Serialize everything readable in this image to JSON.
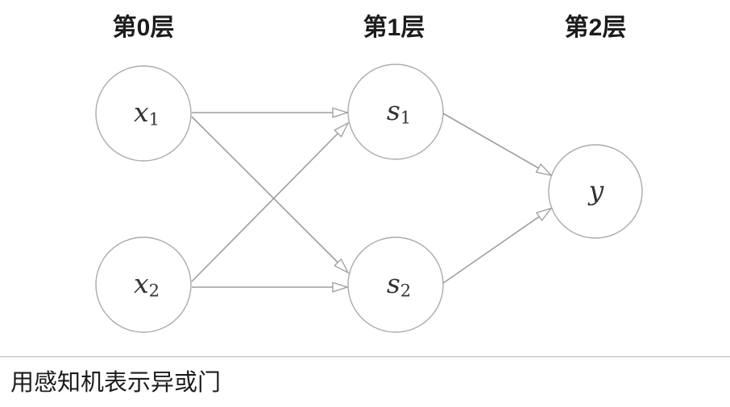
{
  "diagram": {
    "type": "feedforward-perceptron-network",
    "layers": [
      {
        "label": "第0层"
      },
      {
        "label": "第1层"
      },
      {
        "label": "第2层"
      }
    ],
    "nodes": {
      "x1": {
        "base": "x",
        "sub": "1",
        "layer": 0
      },
      "x2": {
        "base": "x",
        "sub": "2",
        "layer": 0
      },
      "s1": {
        "base": "s",
        "sub": "1",
        "layer": 1
      },
      "s2": {
        "base": "s",
        "sub": "2",
        "layer": 1
      },
      "y": {
        "base": "y",
        "sub": "",
        "layer": 2
      }
    },
    "edges": [
      {
        "from": "x1",
        "to": "s1"
      },
      {
        "from": "x1",
        "to": "s2"
      },
      {
        "from": "x2",
        "to": "s1"
      },
      {
        "from": "x2",
        "to": "s2"
      },
      {
        "from": "s1",
        "to": "y"
      },
      {
        "from": "s2",
        "to": "y"
      }
    ],
    "caption": "用感知机表示异或门"
  },
  "colors": {
    "background": "#ffffff",
    "node_stroke": "#ababab",
    "edge_stroke": "#9e9e9e",
    "arrowhead_fill": "#ffffff",
    "label_text": "#1c1c1c",
    "node_text": "#333333",
    "divider": "#b4b4b4"
  }
}
